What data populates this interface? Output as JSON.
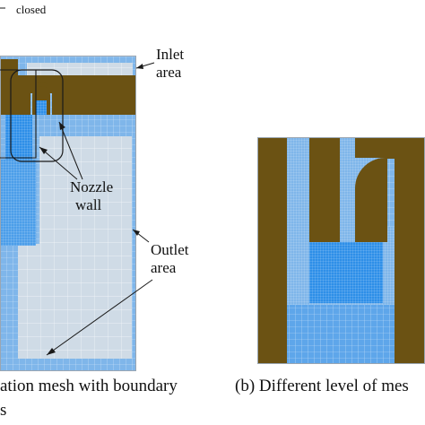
{
  "colors": {
    "solid_wall": "#6b5213",
    "background": "#ffffff",
    "mesh_fine": "#2e8fe8",
    "mesh_medium": "#7fb6ea",
    "mesh_coarse": "#cfdbe6",
    "mesh_line": "#ffffff",
    "annotation_line": "#1a1a1a"
  },
  "header": {
    "partial_text": "closed"
  },
  "panel_a": {
    "labels": {
      "inlet_line1": "Inlet",
      "inlet_line2": "area",
      "nozzle_line1": "Nozzle",
      "nozzle_line2": "wall",
      "outlet_line1": "Outlet",
      "outlet_line2": "area"
    },
    "caption_line1": "ation mesh with boundary",
    "caption_line2": "s"
  },
  "panel_b": {
    "caption": "(b) Different level of mes"
  }
}
